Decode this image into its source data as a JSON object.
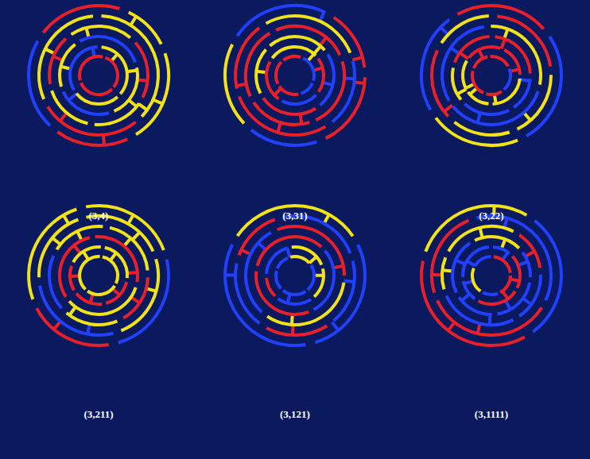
{
  "diagram": {
    "labels": [
      "(3,4)",
      "(3,31)",
      "(3,22)",
      "(3,211)",
      "(3,121)",
      "(3,1111)"
    ]
  }
}
